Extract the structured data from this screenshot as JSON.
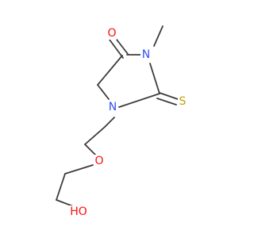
{
  "molecule": {
    "atoms": {
      "O_carbonyl": {
        "symbol": "O",
        "color": "#ff0d0d"
      },
      "N3": {
        "symbol": "N",
        "color": "#3050f8"
      },
      "S": {
        "symbol": "S",
        "color": "#c8a000"
      },
      "N1": {
        "symbol": "N",
        "color": "#3050f8"
      },
      "O_ether": {
        "symbol": "O",
        "color": "#ff0d0d"
      },
      "O_hydroxyl": {
        "symbol": "HO",
        "color": "#ff0d0d"
      }
    },
    "bond_color": "#3c3c3c"
  }
}
